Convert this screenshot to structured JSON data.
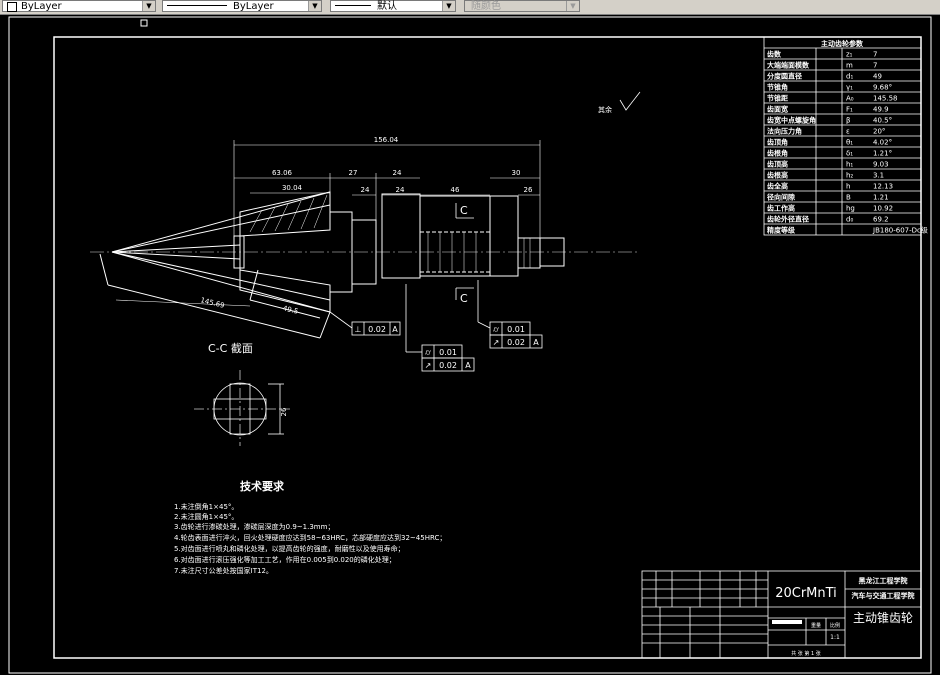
{
  "toolbar": {
    "layer_value": "ByLayer",
    "linetype_value": "ByLayer",
    "lineweight_value": "默认",
    "color_value": "随颜色"
  },
  "drawing": {
    "dims": {
      "overall": "156.04",
      "d1": "63.06",
      "d2": "30.04",
      "d3": "27",
      "d4": "24",
      "d5": "24",
      "d6": "24",
      "d7": "46",
      "d8": "26",
      "d9": "30",
      "cone": "145.69",
      "small": "49.5",
      "csec": "26"
    },
    "cut_label_top": "C",
    "cut_label_bottom": "C",
    "section_title": "C-C 截面",
    "surface_note": "其余",
    "tolerances": {
      "t1_sym": "⊥",
      "t1_val": "0.02",
      "t1_ref": "A",
      "t2_sym": "⌭",
      "t2_val": "0.01",
      "t2b_sym": "↗",
      "t2b_val": "0.02",
      "t2b_ref": "A",
      "t3_sym": "⌭",
      "t3_val": "0.01",
      "t3b_sym": "↗",
      "t3b_val": "0.02",
      "t3b_ref": "A"
    }
  },
  "param_table": {
    "title": "主动齿轮参数",
    "rows": [
      {
        "name": "齿数",
        "sym": "z₁",
        "val": "7"
      },
      {
        "name": "大端端面模数",
        "sym": "m",
        "val": "7"
      },
      {
        "name": "分度圆直径",
        "sym": "d₁",
        "val": "49"
      },
      {
        "name": "节锥角",
        "sym": "γ₁",
        "val": "9.68°"
      },
      {
        "name": "节锥距",
        "sym": "A₀",
        "val": "145.58"
      },
      {
        "name": "齿面宽",
        "sym": "F₁",
        "val": "49.9"
      },
      {
        "name": "齿宽中点螺旋角",
        "sym": "β",
        "val": "40.5°"
      },
      {
        "name": "法向压力角",
        "sym": "ε",
        "val": "20°"
      },
      {
        "name": "齿顶角",
        "sym": "θ₁",
        "val": "4.02°"
      },
      {
        "name": "齿根角",
        "sym": "δ₁",
        "val": "1.21°"
      },
      {
        "name": "齿顶高",
        "sym": "h₁",
        "val": "9.03"
      },
      {
        "name": "齿根高",
        "sym": "h₂",
        "val": "3.1"
      },
      {
        "name": "齿全高",
        "sym": "h",
        "val": "12.13"
      },
      {
        "name": "径向间隙",
        "sym": "B",
        "val": "1.21"
      },
      {
        "name": "齿工作高",
        "sym": "hg",
        "val": "10.92"
      },
      {
        "name": "齿轮外径直径",
        "sym": "d₀",
        "val": "69.2"
      },
      {
        "name": "精度等级",
        "sym": "",
        "val": "JB180-607-Dc级"
      }
    ]
  },
  "requirements": {
    "title": "技术要求",
    "items": [
      "1.未注倒角1×45°。",
      "2.未注圆角1×45°。",
      "3.齿轮进行渗碳处理，渗碳层深度为0.9~1.3mm；",
      "4.轮齿表面进行淬火，回火处理硬度应达到58~63HRC，芯部硬度应达到32~45HRC；",
      "5.对齿面进行喷丸和磷化处理，以提高齿轮的强度，耐磨性以及使用寿命；",
      "6.对齿面进行滚压强化等加工工艺，作用在0.005到0.020的磷化处理；",
      "7.未注尺寸公差处按国家IT12。"
    ]
  },
  "title_block": {
    "material": "20CrMnTi",
    "school": "黑龙江工程学院",
    "dept": "汽车与交通工程学院",
    "part_name": "主动锥齿轮",
    "scale_label": "1:1",
    "weight_label": "重量",
    "ratio_label": "比例",
    "sheet_label": "共  张    第 1 张"
  }
}
